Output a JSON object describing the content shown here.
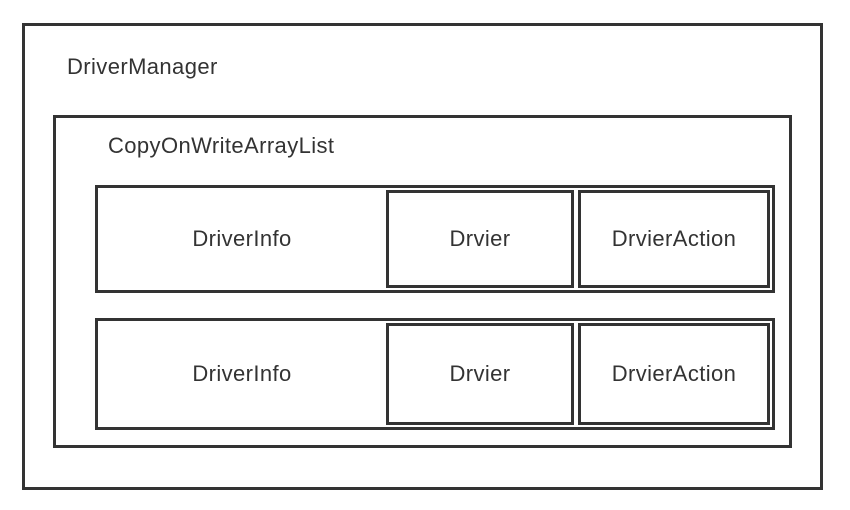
{
  "diagram": {
    "title": "DriverManager",
    "list_label": "CopyOnWriteArrayList",
    "rows": [
      {
        "info_label": "DriverInfo",
        "driver_label": "Drvier",
        "action_label": "DrvierAction"
      },
      {
        "info_label": "DriverInfo",
        "driver_label": "Drvier",
        "action_label": "DrvierAction"
      }
    ],
    "colors": {
      "border": "#333333",
      "text": "#333333",
      "background": "#ffffff"
    }
  }
}
